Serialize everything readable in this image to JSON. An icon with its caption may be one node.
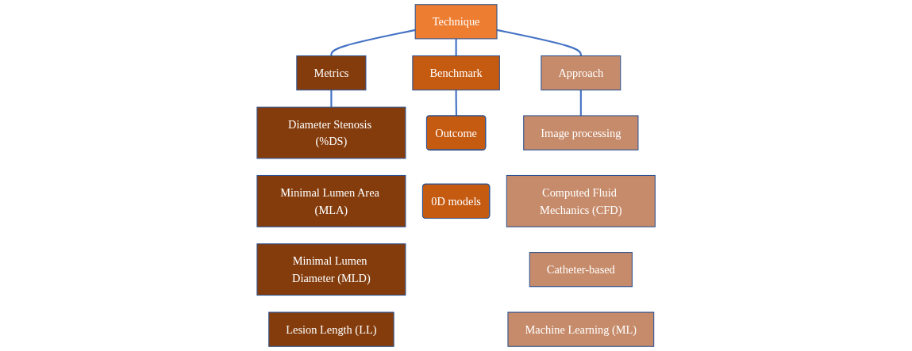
{
  "diagram": {
    "nodes": [
      {
        "text": [
          "Technique"
        ]
      },
      {
        "text": [
          "Metrics"
        ]
      },
      {
        "text": [
          "Benchmark"
        ]
      },
      {
        "text": [
          "Approach"
        ]
      },
      {
        "text": [
          "Diameter Stenosis (%DS)"
        ]
      },
      {
        "text": [
          "Minimal Lumen Area (MLA)"
        ]
      },
      {
        "text": [
          "Minimal Lumen Diameter (MLD)"
        ]
      },
      {
        "text": [
          "Lesion Length (LL)"
        ]
      },
      {
        "text": [
          "Outcome"
        ]
      },
      {
        "text": [
          "0D models"
        ]
      },
      {
        "text": [
          "Image processing"
        ]
      },
      {
        "text": [
          "Computed Fluid Mechanics (CFD)"
        ]
      },
      {
        "text": [
          "Catheter-based"
        ]
      },
      {
        "text": [
          "Machine Learning (ML)"
        ]
      }
    ],
    "edges": [
      {
        "from": 0,
        "to": 1,
        "arrow": "none"
      },
      {
        "from": 0,
        "to": 2,
        "arrow": "none"
      },
      {
        "from": 0,
        "to": 3,
        "arrow": "none"
      },
      {
        "from": 1,
        "to": 4,
        "arrow": "none"
      },
      {
        "from": 2,
        "to": 8,
        "arrow": "none"
      },
      {
        "from": 3,
        "to": 10,
        "arrow": "none"
      }
    ]
  }
}
